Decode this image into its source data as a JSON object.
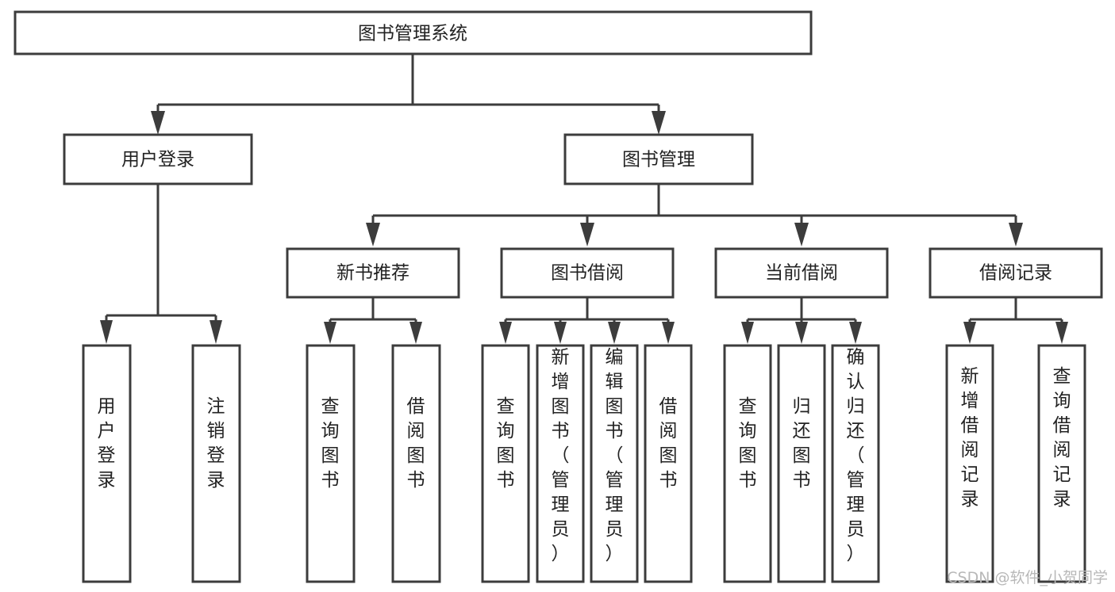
{
  "diagram": {
    "type": "tree-hierarchy-chart",
    "title": "图书管理系统",
    "root": {
      "id": "root",
      "label": "图书管理系统",
      "orientation": "horizontal"
    },
    "level2": [
      {
        "id": "user-login",
        "label": "用户登录",
        "orientation": "horizontal"
      },
      {
        "id": "book-manage",
        "label": "图书管理",
        "orientation": "horizontal"
      }
    ],
    "level3": [
      {
        "id": "new-book-recommend",
        "label": "新书推荐",
        "orientation": "horizontal",
        "parent": "book-manage"
      },
      {
        "id": "book-borrow",
        "label": "图书借阅",
        "orientation": "horizontal",
        "parent": "book-manage"
      },
      {
        "id": "current-borrow",
        "label": "当前借阅",
        "orientation": "horizontal",
        "parent": "book-manage"
      },
      {
        "id": "borrow-record",
        "label": "借阅记录",
        "orientation": "horizontal",
        "parent": "book-manage"
      }
    ],
    "leaves": [
      {
        "id": "leaf-user-login",
        "label": "用户登录",
        "parent": "user-login",
        "orientation": "vertical"
      },
      {
        "id": "leaf-user-logout",
        "label": "注销登录",
        "parent": "user-login",
        "orientation": "vertical"
      },
      {
        "id": "leaf-query-book-1",
        "label": "查询图书",
        "parent": "new-book-recommend",
        "orientation": "vertical"
      },
      {
        "id": "leaf-borrow-book-1",
        "label": "借阅图书",
        "parent": "new-book-recommend",
        "orientation": "vertical"
      },
      {
        "id": "leaf-query-book-2",
        "label": "查询图书",
        "parent": "book-borrow",
        "orientation": "vertical"
      },
      {
        "id": "leaf-add-book",
        "label": "新增图书（管理员）",
        "parent": "book-borrow",
        "orientation": "vertical"
      },
      {
        "id": "leaf-edit-book",
        "label": "编辑图书（管理员）",
        "parent": "book-borrow",
        "orientation": "vertical"
      },
      {
        "id": "leaf-borrow-book-2",
        "label": "借阅图书",
        "parent": "book-borrow",
        "orientation": "vertical"
      },
      {
        "id": "leaf-query-book-3",
        "label": "查询图书",
        "parent": "current-borrow",
        "orientation": "vertical"
      },
      {
        "id": "leaf-return-book",
        "label": "归还图书",
        "parent": "current-borrow",
        "orientation": "vertical"
      },
      {
        "id": "leaf-confirm-return",
        "label": "确认归还（管理员）",
        "parent": "current-borrow",
        "orientation": "vertical"
      },
      {
        "id": "leaf-add-record",
        "label": "新增借阅记录",
        "parent": "borrow-record",
        "orientation": "vertical"
      },
      {
        "id": "leaf-query-record",
        "label": "查询借阅记录",
        "parent": "borrow-record",
        "orientation": "vertical"
      }
    ],
    "watermark": "CSDN @软件_小贺同学",
    "colors": {
      "background": "#ffffff",
      "box_fill": "#ffffff",
      "box_stroke": "#3c3c3c",
      "text": "#222222",
      "watermark": "#b8b8b8"
    }
  }
}
